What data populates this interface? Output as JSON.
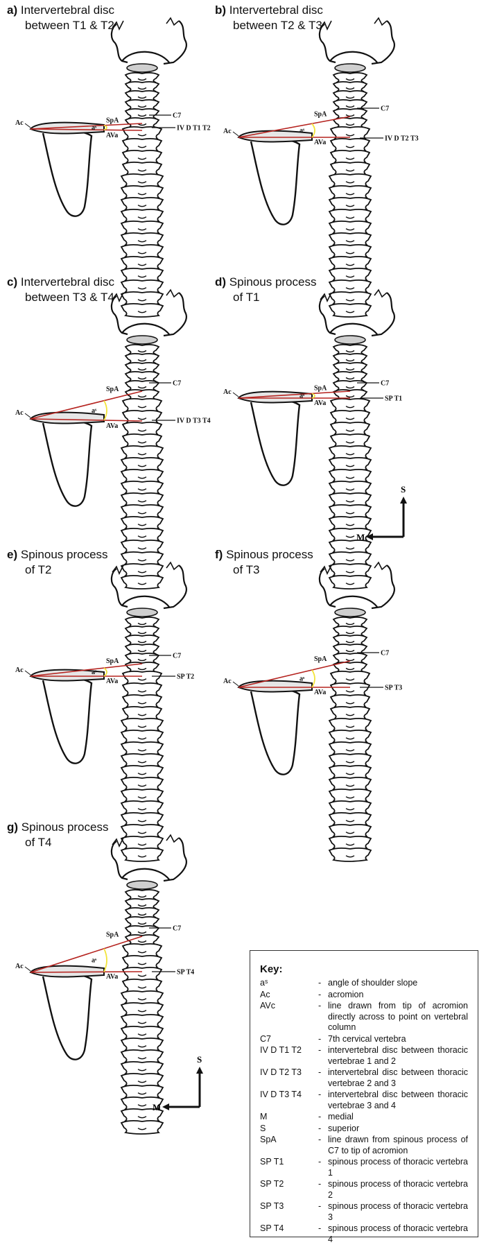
{
  "panels": [
    {
      "letter": "a)",
      "title_line1": "Intervertebral disc",
      "title_line2": "between T1 & T2",
      "target_label": "IV D T1 T2",
      "case": "a"
    },
    {
      "letter": "b)",
      "title_line1": "Intervertebral disc",
      "title_line2": "between T2 & T3",
      "target_label": "IV D T2 T3",
      "case": "b"
    },
    {
      "letter": "c)",
      "title_line1": "Intervertebral disc",
      "title_line2": "between T3 & T4",
      "target_label": "IV D T3 T4",
      "case": "c"
    },
    {
      "letter": "d)",
      "title_line1": "Spinous process",
      "title_line2": "of T1",
      "target_label": "SP T1",
      "case": "d"
    },
    {
      "letter": "e)",
      "title_line1": "Spinous process",
      "title_line2": "of T2",
      "target_label": "SP T2",
      "case": "e"
    },
    {
      "letter": "f)",
      "title_line1": "Spinous process",
      "title_line2": "of T3",
      "target_label": "SP T3",
      "case": "f"
    },
    {
      "letter": "g)",
      "title_line1": "Spinous process",
      "title_line2": "of T4",
      "target_label": "SP T4",
      "case": "g"
    }
  ],
  "diagram_labels": {
    "acromion": "Ac",
    "c7": "C7",
    "spa": "SpA",
    "ava": "AVa",
    "angle": "aˢ",
    "superior": "S",
    "medial": "M"
  },
  "key": {
    "title": "Key:",
    "entries": [
      {
        "abbr": "aˢ",
        "def": "angle of shoulder slope"
      },
      {
        "abbr": "Ac",
        "def": "acromion"
      },
      {
        "abbr": "AVc",
        "def": "line drawn from tip of acromion directly across to point on vertebral column"
      },
      {
        "abbr": "C7",
        "def": "7th cervical vertebra"
      },
      {
        "abbr": "IV D T1 T2",
        "def": "intervertebral disc between thoracic vertebrae 1 and 2"
      },
      {
        "abbr": "IV D T2 T3",
        "def": "intervertebral disc between thoracic vertebrae 2 and 3"
      },
      {
        "abbr": "IV D T3 T4",
        "def": "intervertebral disc between thoracic vertebrae 3 and 4"
      },
      {
        "abbr": "M",
        "def": "medial"
      },
      {
        "abbr": "S",
        "def": "superior"
      },
      {
        "abbr": "SpA",
        "def": "line drawn from spinous process of C7 to tip of acromion"
      },
      {
        "abbr": "SP T1",
        "def": "spinous process of thoracic vertebra 1"
      },
      {
        "abbr": "SP T2",
        "def": "spinous process of thoracic vertebra 2"
      },
      {
        "abbr": "SP T3",
        "def": "spinous process of thoracic vertebra 3"
      },
      {
        "abbr": "SP T4",
        "def": "spinous process of thoracic vertebra 4"
      }
    ]
  },
  "colors": {
    "line": "#b5231f",
    "angle_arc": "#f2e43a",
    "ink": "#111111"
  }
}
